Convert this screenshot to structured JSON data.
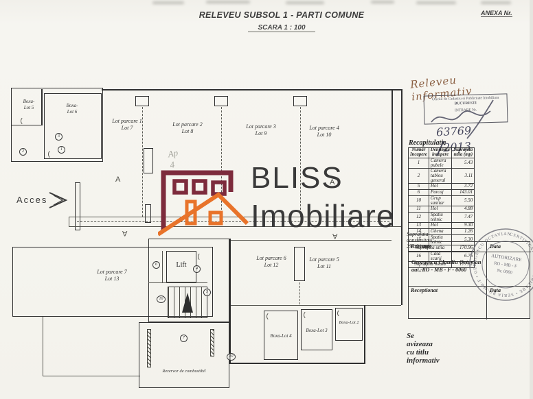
{
  "doc": {
    "title": "RELEVEU SUBSOL 1 - PARTI COMUNE",
    "scale": "SCARA 1 : 100",
    "anexa": "ANEXA Nr.",
    "handwritten_note": "Releveu informativ",
    "registry_no": "63769",
    "registry_year": "2013",
    "avizare": "Se avizeaza cu titlu informativ"
  },
  "entry_stamp": {
    "line1": "Oficiul de Cadastru si Publicitate Imobiliara",
    "line2": "BUCURESTI",
    "line3": "INTRARE Nr."
  },
  "recap": {
    "label": "Recapitulatie",
    "h_nr1": "Numar",
    "h_nr2": "Incapere",
    "h_name1": "Denumire",
    "h_name2": "incapere",
    "h_mp1": "Suprafata",
    "h_mp2": "utila (mp)",
    "rows": [
      {
        "nr": "1",
        "name": "Camera pubele",
        "mp": "5.43"
      },
      {
        "nr": "2",
        "name": "Camera tablou general",
        "mp": "3.11"
      },
      {
        "nr": "5",
        "name": "Hol",
        "mp": "3.72"
      },
      {
        "nr": "6",
        "name": "Parcaj",
        "mp": "143.01"
      },
      {
        "nr": "10",
        "name": "Grup sanitar",
        "mp": "5.50"
      },
      {
        "nr": "11",
        "name": "Hol",
        "mp": "4.88"
      },
      {
        "nr": "12",
        "name": "Spatiu tehnic",
        "mp": "7.47"
      },
      {
        "nr": "13",
        "name": "Hol",
        "mp": "9.30"
      },
      {
        "nr": "14",
        "name": "Ghena",
        "mp": "1.26"
      },
      {
        "nr": "15",
        "name": "Spatiu tehnic",
        "mp": "5.30"
      }
    ],
    "subtotal_label": "Suprafata utila",
    "subtotal_mp": "170.96",
    "casa": {
      "nr": "16",
      "name": "Casa scarii",
      "mp": "6.76"
    },
    "total_label": "Suprafata totala",
    "total_mp": "177.72",
    "built": "Suprafata construita= 231.31 mp"
  },
  "exec": {
    "executat": "Executat",
    "data1": "Data",
    "name": "Georgescu Claudiu Octavian",
    "aut": "aut.:RO - MB - F - 0060",
    "receptionat": "Receptionat",
    "data2": "Data"
  },
  "round_stamp": {
    "ring": "CERTIFICAT DE AUTORIZARE • SERIA RO-MB-F • GEORGESCU OCTAVIAN",
    "mid1": "AUTORIZARE",
    "mid2": "RO - MB - F",
    "mid3": "Nr. 0060"
  },
  "logo": {
    "brand": "BLISS",
    "sub": "Imobiliare",
    "maroon": "#7d2b3c",
    "orange": "#e8732a"
  },
  "plan": {
    "acces": "Acces",
    "lift": "Lift",
    "tank": "Rezervor de combustibil",
    "pencil": "Ap 4",
    "section": "A",
    "boxa5": {
      "l1": "Boxa-",
      "l2": "Lot 5"
    },
    "boxa6": {
      "l1": "Boxa-",
      "l2": "Lot 6"
    },
    "boxa4": "Boxa-Lot 4",
    "boxa3": "Boxa-Lot 3",
    "boxa2": "Boxa-Lot 2",
    "parking": [
      {
        "l1": "Lot parcare 1",
        "l2": "Lot 7"
      },
      {
        "l1": "Lot parcare 2",
        "l2": "Lot 8"
      },
      {
        "l1": "Lot parcare 3",
        "l2": "Lot 9"
      },
      {
        "l1": "Lot parcare 4",
        "l2": "Lot 10"
      },
      {
        "l1": "Lot parcare 7",
        "l2": "Lot 13"
      },
      {
        "l1": "Lot parcare 6",
        "l2": "Lot 12"
      },
      {
        "l1": "Lot parcare 5",
        "l2": "Lot 11"
      }
    ],
    "markers": [
      {
        "n": "2"
      },
      {
        "n": "3"
      },
      {
        "n": "1"
      },
      {
        "n": "6"
      },
      {
        "n": "4"
      },
      {
        "n": "16"
      },
      {
        "n": "5"
      },
      {
        "n": "7"
      },
      {
        "n": "10"
      }
    ]
  }
}
